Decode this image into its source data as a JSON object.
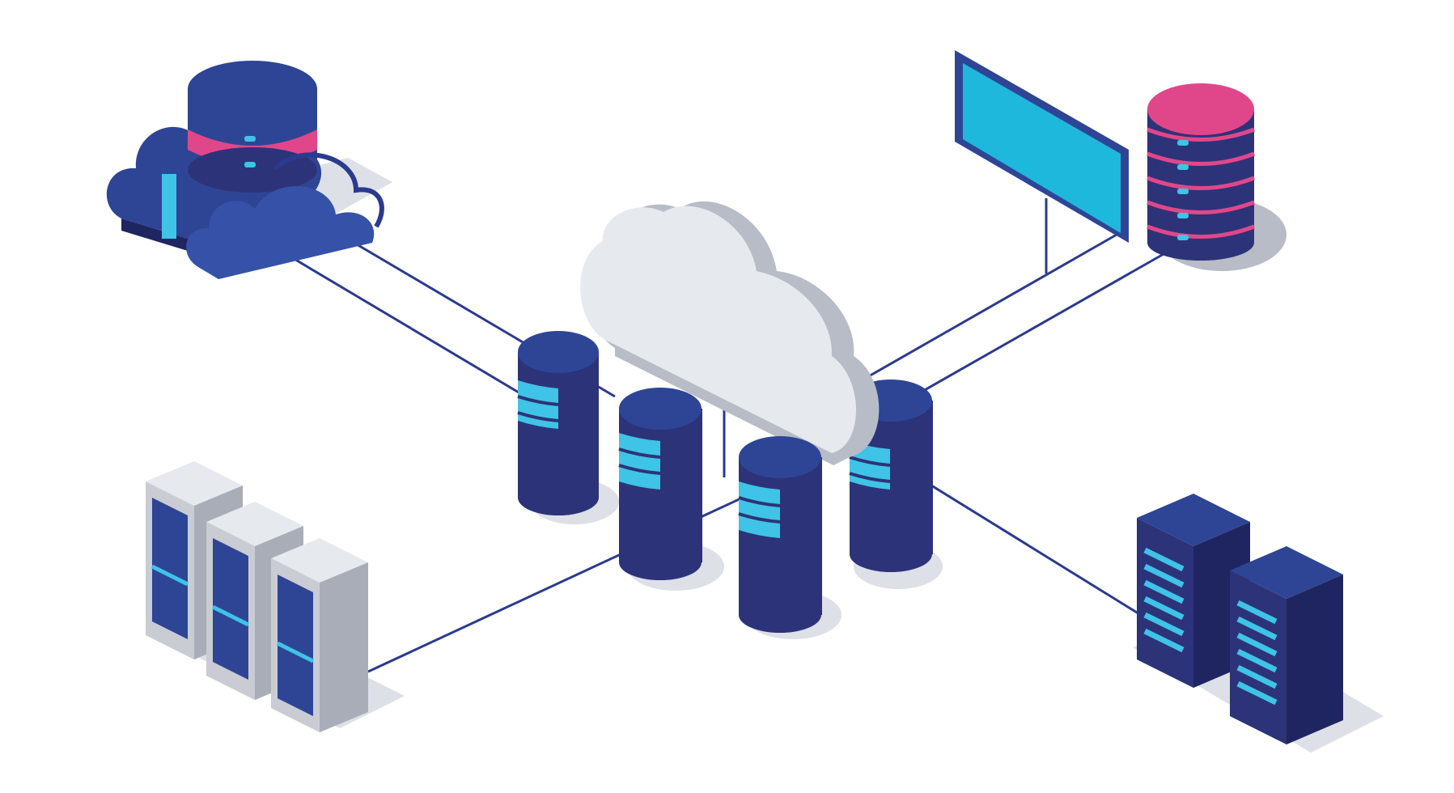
{
  "colors": {
    "background": "#ffffff",
    "line": "#2a3a8f",
    "navy_top": "#2e4596",
    "navy_body": "#2d3378",
    "navy_dark": "#1f2560",
    "accent_cyan": "#3fc3e6",
    "accent_magenta": "#e0478a",
    "cloud_front": "#e6e9ee",
    "cloud_side": "#b7bcc6",
    "shadow": "#dde0e6",
    "rack_grey_front": "#c9ccd3",
    "rack_grey_side": "#a9adb7",
    "screen_cyan": "#1fb8dd"
  },
  "nodes": [
    {
      "name": "cloud-database-node",
      "icon": "cloud-database-icon"
    },
    {
      "name": "billboard-display-node",
      "icon": "display-screen-icon"
    },
    {
      "name": "magenta-database-node",
      "icon": "database-stack-icon"
    },
    {
      "name": "central-cloud",
      "icon": "cloud-icon"
    },
    {
      "name": "central-database-cluster",
      "icon": "database-cylinder-icon",
      "count": 4
    },
    {
      "name": "grey-server-racks",
      "icon": "server-rack-icon",
      "count": 3
    },
    {
      "name": "navy-server-racks",
      "icon": "server-rack-icon",
      "count": 2
    }
  ]
}
